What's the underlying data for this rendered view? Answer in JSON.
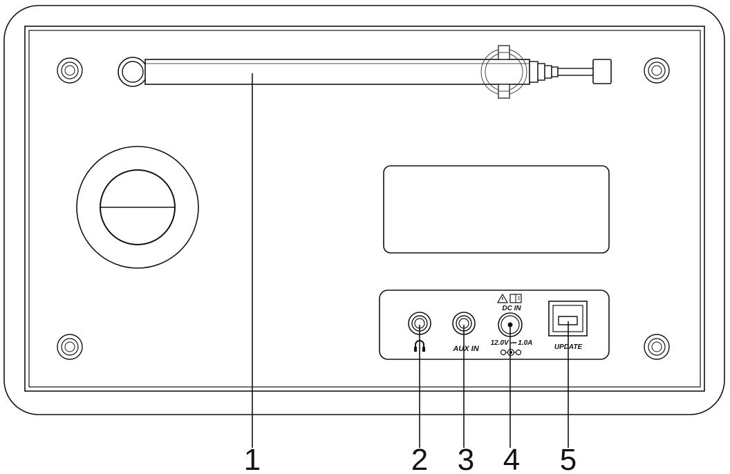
{
  "ports": {
    "aux_label": "AUX IN",
    "dc_label": "DC IN",
    "rating_label": "12.0V ⎓ 1.0A",
    "update_label": "UPDATE"
  },
  "callouts": [
    "1",
    "2",
    "3",
    "4",
    "5"
  ],
  "icons": {
    "headphone": "headphone-icon",
    "warning": "warning-triangle-icon",
    "manual": "manual-book-icon",
    "polarity": "polarity-icon"
  },
  "colors": {
    "stroke": "#111111",
    "background": "#ffffff"
  }
}
